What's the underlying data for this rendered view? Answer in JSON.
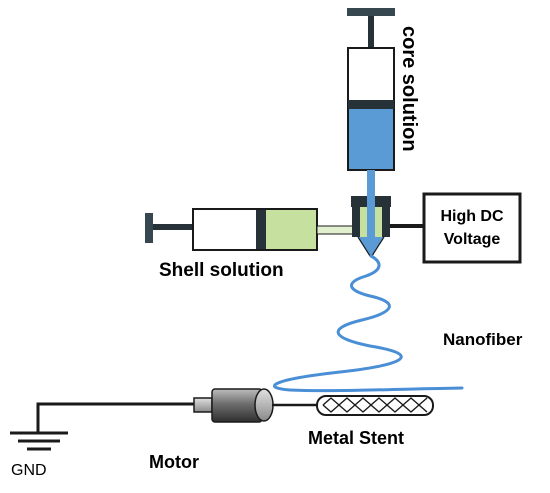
{
  "labels": {
    "core_solution": "core solution",
    "shell_solution": "Shell solution",
    "voltage_line1": "High DC",
    "voltage_line2": "Voltage",
    "nanofiber": "Nanofiber",
    "motor": "Motor",
    "metal_stent": "Metal Stent",
    "gnd": "GND"
  },
  "colors": {
    "core_fluid": "#5b9bd5",
    "shell_fluid": "#c6e0a0",
    "fiber": "#4a8fd6",
    "plunger": "#263238",
    "outline": "#1a1a1a",
    "motor_body": "#7a7a7a"
  },
  "icons": {
    "ground": "ground-symbol-icon",
    "motor": "motor-icon",
    "stent": "stent-mesh-icon"
  }
}
